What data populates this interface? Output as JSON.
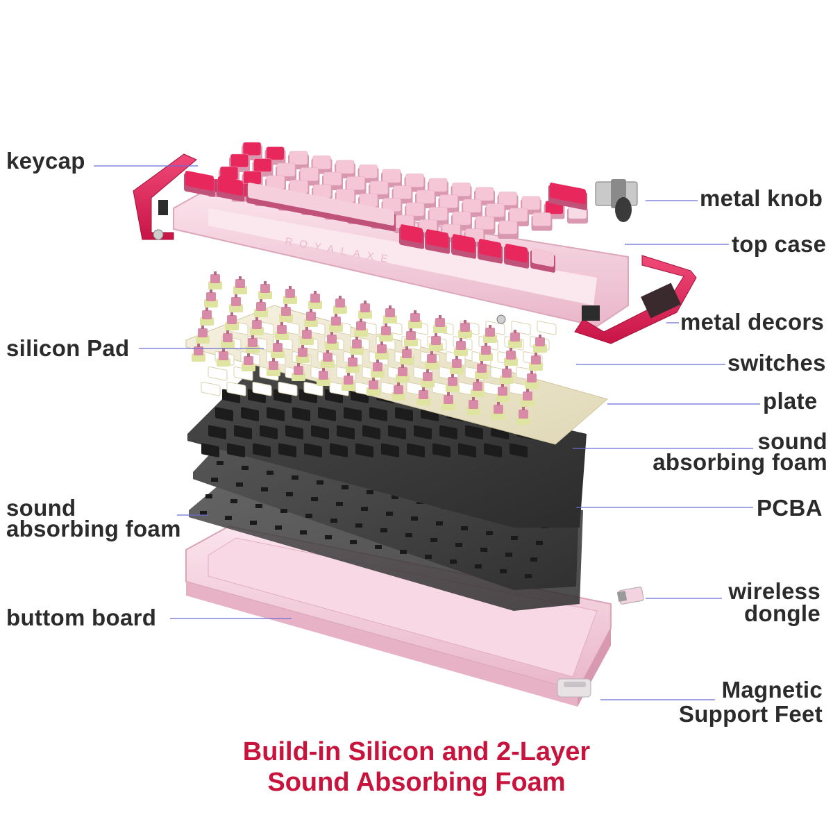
{
  "brand_text": "ROYALAXE",
  "labels_left": {
    "keycap": "keycap",
    "silicon_pad": "silicon Pad",
    "foam_bottom_line1": "sound",
    "foam_bottom_line2": "absorbing foam",
    "bottom_board": "buttom board"
  },
  "labels_right": {
    "metal_knob": "metal knob",
    "top_case": "top case",
    "metal_decors": "metal decors",
    "switches": "switches",
    "plate": "plate",
    "foam_top_line1": "sound",
    "foam_top_line2": "absorbing foam",
    "pcba": "PCBA",
    "dongle_line1": "wireless",
    "dongle_line2": "dongle",
    "feet_line1": "Magnetic",
    "feet_line2": "Support Feet"
  },
  "caption": {
    "line1": "Build-in Silicon and 2-Layer",
    "line2": "Sound Absorbing Foam"
  },
  "colors": {
    "label_text": "#2b2b2b",
    "caption": "#c8143c",
    "leader_line": "#6b6bd6",
    "accent_pink": "#e8285c",
    "light_pink": "#f5c6d6",
    "case_pink": "#f3cfdc",
    "foam_dark": "#3a3a3a",
    "plate_cream": "#efe9d2",
    "switch_stem": "#d98aa6",
    "switch_base": "#dfe5a0"
  }
}
